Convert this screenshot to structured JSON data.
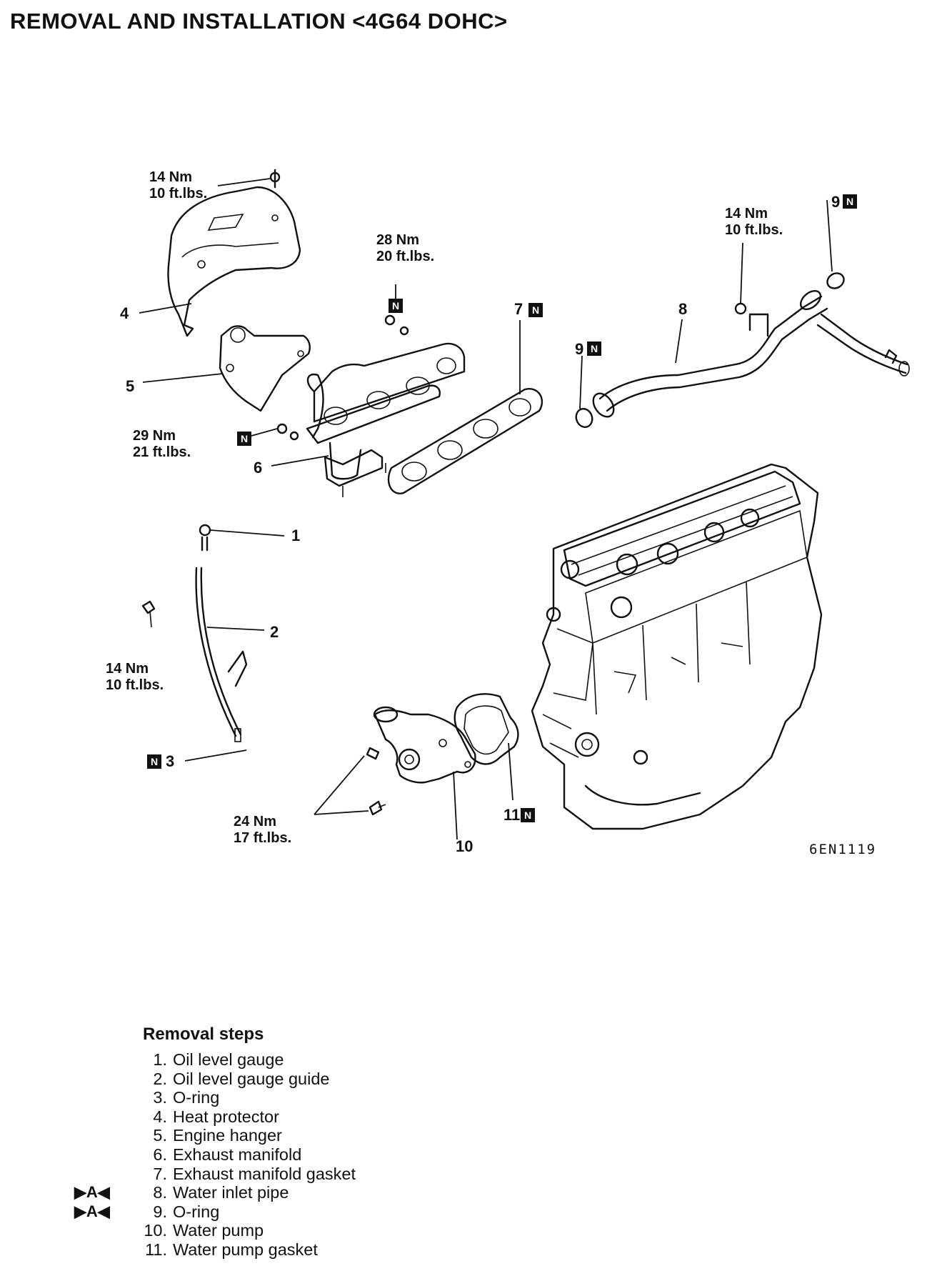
{
  "title": "REMOVAL AND INSTALLATION <4G64 DOHC>",
  "figure_code": "6EN1119",
  "new_part_mark": "N",
  "torques": {
    "t4": {
      "nm": "14 Nm",
      "ft": "10 ft.lbs."
    },
    "t6a": {
      "nm": "28 Nm",
      "ft": "20 ft.lbs."
    },
    "t6b": {
      "nm": "29 Nm",
      "ft": "21 ft.lbs."
    },
    "t8": {
      "nm": "14 Nm",
      "ft": "10 ft.lbs."
    },
    "t2": {
      "nm": "14 Nm",
      "ft": "10 ft.lbs."
    },
    "t10": {
      "nm": "24 Nm",
      "ft": "17 ft.lbs."
    }
  },
  "callouts": {
    "c1": "1",
    "c2": "2",
    "c3": "3",
    "c4": "4",
    "c5": "5",
    "c6": "6",
    "c7": "7",
    "c8": "8",
    "c9a": "9",
    "c9b": "9",
    "c10": "10",
    "c11": "11"
  },
  "removal_steps": {
    "heading": "Removal steps",
    "items": [
      {
        "n": "1.",
        "text": "Oil level gauge",
        "mark": ""
      },
      {
        "n": "2.",
        "text": "Oil level gauge guide",
        "mark": ""
      },
      {
        "n": "3.",
        "text": "O-ring",
        "mark": ""
      },
      {
        "n": "4.",
        "text": "Heat protector",
        "mark": ""
      },
      {
        "n": "5.",
        "text": "Engine hanger",
        "mark": ""
      },
      {
        "n": "6.",
        "text": "Exhaust manifold",
        "mark": ""
      },
      {
        "n": "7.",
        "text": "Exhaust manifold gasket",
        "mark": ""
      },
      {
        "n": "8.",
        "text": "Water inlet pipe",
        "mark": "▶A◀"
      },
      {
        "n": "9.",
        "text": "O-ring",
        "mark": "▶A◀"
      },
      {
        "n": "10.",
        "text": "Water pump",
        "mark": ""
      },
      {
        "n": "11.",
        "text": "Water pump gasket",
        "mark": ""
      }
    ]
  }
}
